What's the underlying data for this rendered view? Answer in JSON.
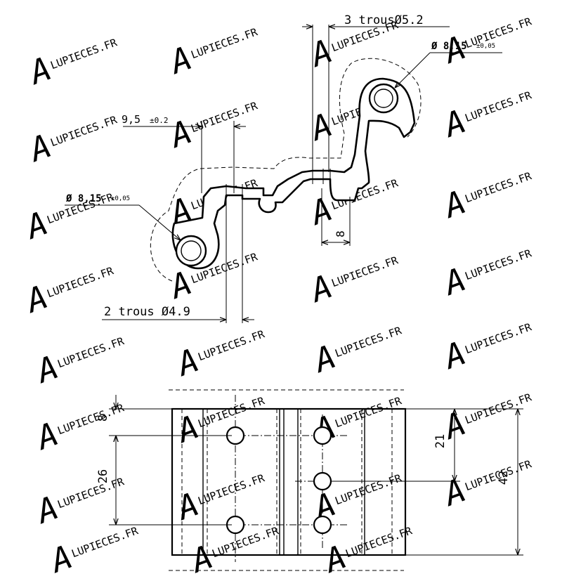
{
  "watermark": {
    "mark": "A",
    "text": "LUPIECES.FR"
  },
  "profile": {
    "holes_top": "3 trousØ5.2",
    "hole_right_dia": "Ø 8,15",
    "hole_right_tol": "±0,05",
    "width_label": "9,5",
    "width_tol": "±0.2",
    "hole_left_dia": "Ø 8,15",
    "hole_left_tol": "±0,05",
    "offset_label": "8",
    "holes_bottom": "2 trous Ø4.9"
  },
  "plan": {
    "dim_top": "8",
    "dim_spacing": "26",
    "dim_mid": "21",
    "dim_total": "42"
  }
}
